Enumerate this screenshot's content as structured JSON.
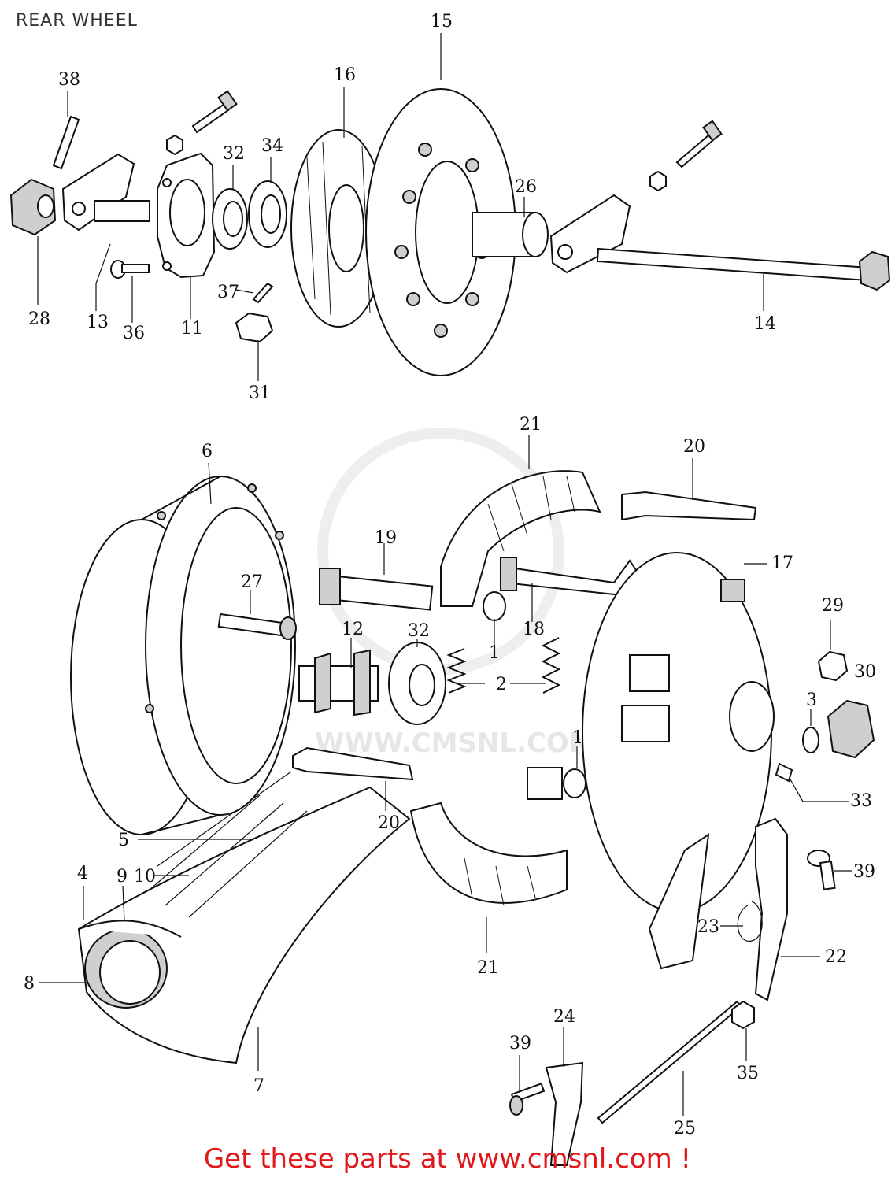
{
  "header": {
    "title": "REAR WHEEL"
  },
  "watermark": {
    "text": "WWW.CMSNL.COM"
  },
  "footer": {
    "text": "Get these parts at www.cmsnl.com !"
  },
  "callouts": {
    "c1a": "1",
    "c1b": "1",
    "c2": "2",
    "c3": "3",
    "c4": "4",
    "c5": "5",
    "c6": "6",
    "c7": "7",
    "c8": "8",
    "c9": "9",
    "c10": "10",
    "c11": "11",
    "c12": "12",
    "c13": "13",
    "c14": "14",
    "c15": "15",
    "c16": "16",
    "c17": "17",
    "c18": "18",
    "c19": "19",
    "c20a": "20",
    "c20b": "20",
    "c21a": "21",
    "c21b": "21",
    "c22": "22",
    "c23": "23",
    "c24": "24",
    "c25": "25",
    "c26": "26",
    "c27": "27",
    "c28": "28",
    "c29": "29",
    "c30": "30",
    "c31": "31",
    "c32a": "32",
    "c32b": "32",
    "c33": "33",
    "c34": "34",
    "c35": "35",
    "c36": "36",
    "c37": "37",
    "c38": "38",
    "c39a": "39",
    "c39b": "39"
  }
}
